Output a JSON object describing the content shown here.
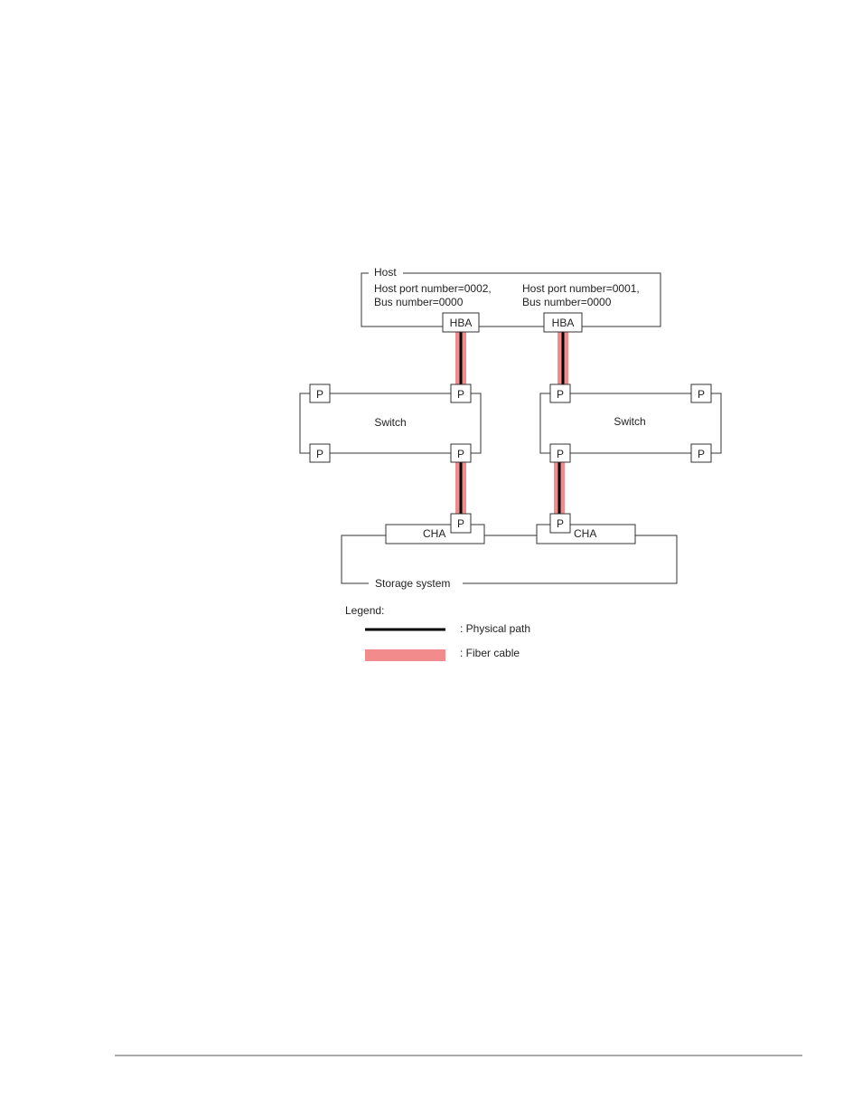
{
  "diagram": {
    "host": {
      "label": "Host",
      "left_port_line1": "Host port number=0002,",
      "left_port_line2": "Bus number=0000",
      "right_port_line1": "Host port number=0001,",
      "right_port_line2": "Bus number=0000",
      "hba_label": "HBA"
    },
    "switch_label": "Switch",
    "port_label": "P",
    "cha_label": "CHA",
    "storage_label": "Storage system",
    "legend": {
      "title": "Legend:",
      "physical_path": ": Physical path",
      "fiber_cable": ": Fiber cable"
    },
    "colors": {
      "physical_path": "#000000",
      "fiber_cable": "#f28b8b",
      "outline": "#333333"
    }
  }
}
